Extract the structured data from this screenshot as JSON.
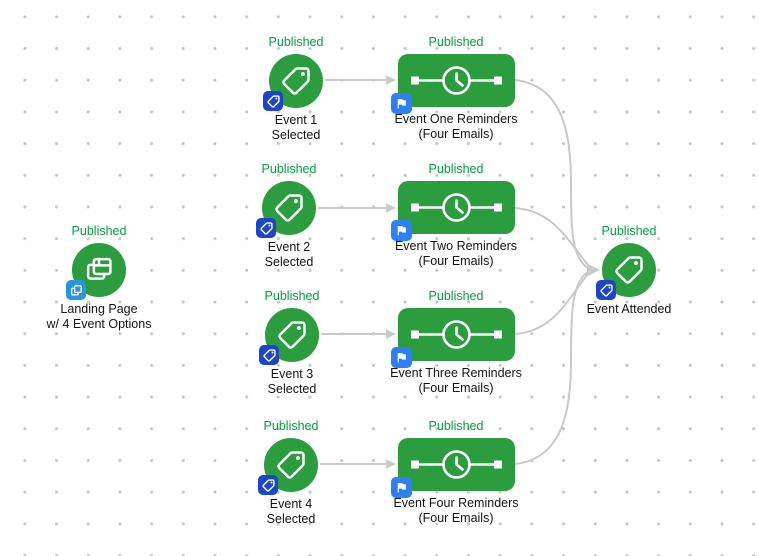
{
  "diagram": {
    "nodes": [
      {
        "id": "landing-page",
        "type": "landing-page",
        "status": "Published",
        "line1": "Landing Page",
        "line2": "w/ 4 Event Options"
      },
      {
        "id": "event-1-selected",
        "type": "tag-applied",
        "status": "Published",
        "line1": "Event 1",
        "line2": "Selected"
      },
      {
        "id": "event-2-selected",
        "type": "tag-applied",
        "status": "Published",
        "line1": "Event 2",
        "line2": "Selected"
      },
      {
        "id": "event-3-selected",
        "type": "tag-applied",
        "status": "Published",
        "line1": "Event 3",
        "line2": "Selected"
      },
      {
        "id": "event-4-selected",
        "type": "tag-applied",
        "status": "Published",
        "line1": "Event 4",
        "line2": "Selected"
      },
      {
        "id": "event-one-reminders",
        "type": "email-sequence",
        "status": "Published",
        "line1": "Event One Reminders",
        "line2": "(Four Emails)"
      },
      {
        "id": "event-two-reminders",
        "type": "email-sequence",
        "status": "Published",
        "line1": "Event Two Reminders",
        "line2": "(Four Emails)"
      },
      {
        "id": "event-three-reminders",
        "type": "email-sequence",
        "status": "Published",
        "line1": "Event Three Reminders",
        "line2": "(Four Emails)"
      },
      {
        "id": "event-four-reminders",
        "type": "email-sequence",
        "status": "Published",
        "line1": "Event Four Reminders",
        "line2": "(Four Emails)"
      },
      {
        "id": "event-attended",
        "type": "tag-applied",
        "status": "Published",
        "line1": "Event Attended",
        "line2": ""
      }
    ],
    "edges": [
      {
        "from": "event-1-selected",
        "to": "event-one-reminders"
      },
      {
        "from": "event-2-selected",
        "to": "event-two-reminders"
      },
      {
        "from": "event-3-selected",
        "to": "event-three-reminders"
      },
      {
        "from": "event-4-selected",
        "to": "event-four-reminders"
      },
      {
        "from": "event-one-reminders",
        "to": "event-attended"
      },
      {
        "from": "event-two-reminders",
        "to": "event-attended"
      },
      {
        "from": "event-three-reminders",
        "to": "event-attended"
      },
      {
        "from": "event-four-reminders",
        "to": "event-attended"
      }
    ],
    "colors": {
      "node_green": "#2B9D3F",
      "published_green": "#00A33C",
      "tag_badge_blue": "#1D45C9",
      "flag_badge_blue": "#2E7FF8",
      "pages_badge_blue": "#2697DB",
      "connector_gray": "#C9C9C9"
    }
  }
}
